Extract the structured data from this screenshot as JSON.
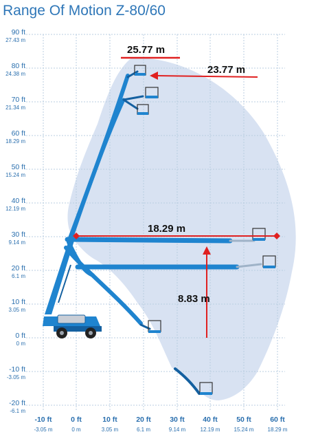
{
  "title": "Range Of Motion Z-80/60",
  "colors": {
    "title": "#2f77b8",
    "axis_text": "#2a6fae",
    "grid": "#b9cde0",
    "envelope": "#d8e2f2",
    "boom": "#1f84cf",
    "boom_dark": "#1460a0",
    "measure": "#e02020"
  },
  "y_axis": {
    "ticks": [
      {
        "ft": "90 ft",
        "m": "27.43 m"
      },
      {
        "ft": "80 ft",
        "m": "24.38 m"
      },
      {
        "ft": "70 ft",
        "m": "21.34 m"
      },
      {
        "ft": "60 ft",
        "m": "18.29 m"
      },
      {
        "ft": "50 ft",
        "m": "15.24 m"
      },
      {
        "ft": "40 ft",
        "m": "12.19 m"
      },
      {
        "ft": "30 ft",
        "m": "9.14 m"
      },
      {
        "ft": "20 ft",
        "m": "6.1 m"
      },
      {
        "ft": "10 ft",
        "m": "3.05 m"
      },
      {
        "ft": "0 ft",
        "m": "0 m"
      },
      {
        "ft": "-10 ft",
        "m": "-3.05 m"
      },
      {
        "ft": "-20 ft",
        "m": "-6.1 m"
      }
    ]
  },
  "x_axis": {
    "ticks": [
      {
        "ft": "-10 ft",
        "m": "-3.05 m"
      },
      {
        "ft": "0 ft",
        "m": "0 m"
      },
      {
        "ft": "10 ft",
        "m": "3.05 m"
      },
      {
        "ft": "20 ft",
        "m": "6.1 m"
      },
      {
        "ft": "30 ft",
        "m": "9.14 m"
      },
      {
        "ft": "40 ft",
        "m": "12.19 m"
      },
      {
        "ft": "50 ft",
        "m": "15.24 m"
      },
      {
        "ft": "60 ft",
        "m": "18.29 m"
      }
    ]
  },
  "measurements": {
    "max_platform_height": "25.77 m",
    "max_working_height": "23.77 m",
    "max_horizontal_outreach": "18.29 m",
    "up_and_over_clearance": "8.83 m"
  }
}
